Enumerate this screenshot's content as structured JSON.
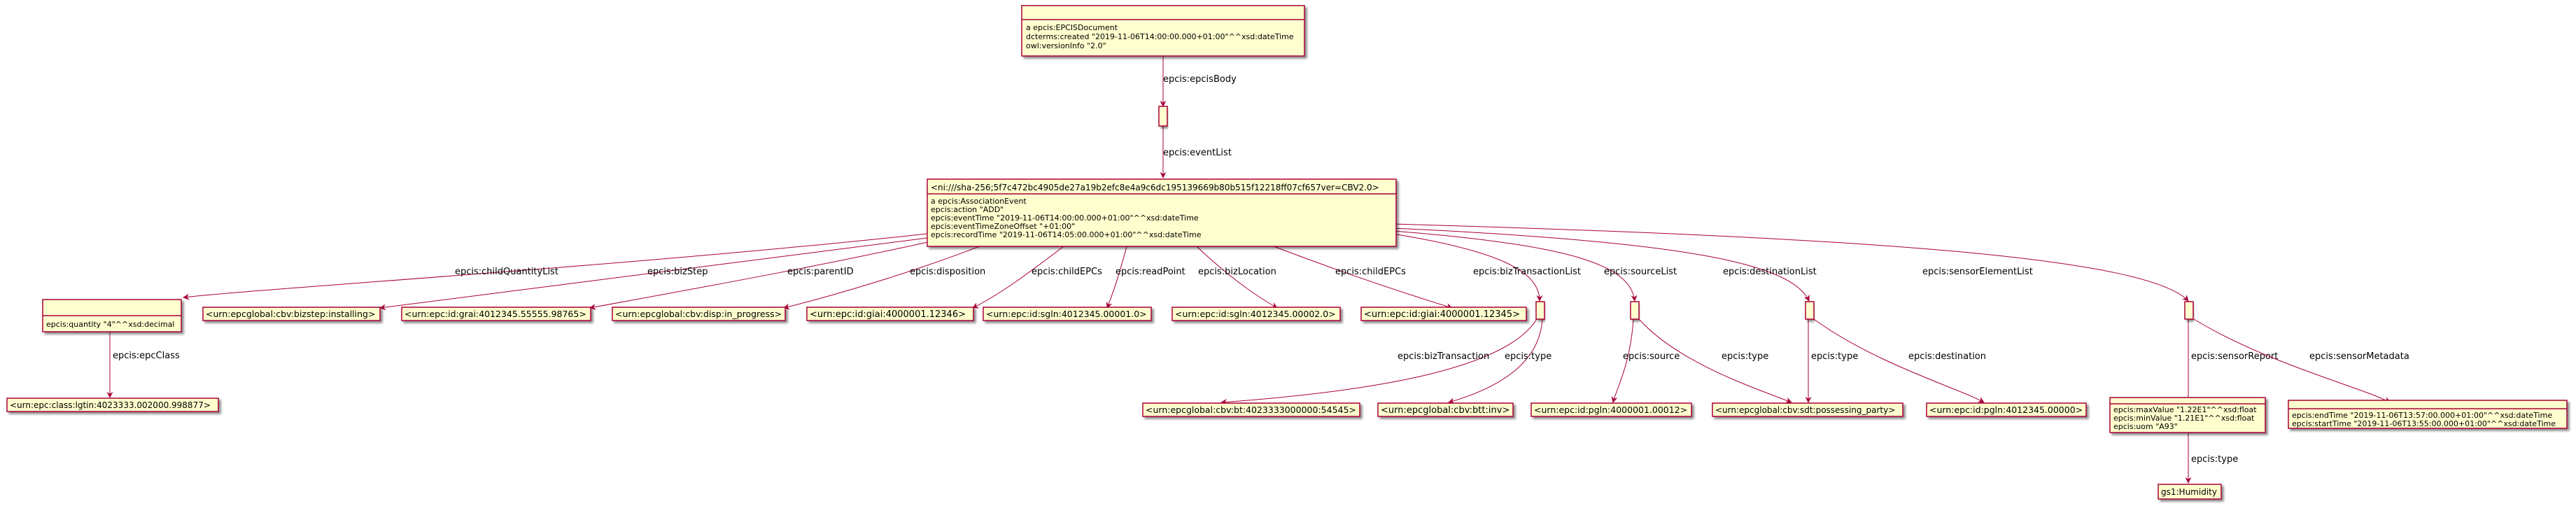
{
  "diagram": {
    "nodes": {
      "doc": {
        "attrs": [
          "a epcis:EPCISDocument",
          "dcterms:created \"2019-11-06T14:00:00.000+01:00\"^^xsd:dateTime",
          "owl:versionInfo \"2.0\""
        ]
      },
      "event": {
        "title": "<ni:///sha-256;5f7c472bc4905de27a19b2efc8e4a9c6dc195139669b80b515f12218ff07cf657ver=CBV2.0>",
        "attrs": [
          "a epcis:AssociationEvent",
          "epcis:action \"ADD\"",
          "epcis:eventTime \"2019-11-06T14:00:00.000+01:00\"^^xsd:dateTime",
          "epcis:eventTimeZoneOffset \"+01:00\"",
          "epcis:recordTime \"2019-11-06T14:05:00.000+01:00\"^^xsd:dateTime"
        ]
      },
      "qty": {
        "attrs": [
          "epcis:quantity \"4\"^^xsd:decimal"
        ]
      },
      "lgtin": {
        "title": "<urn:epc:class:lgtin:4023333.002000.998877>"
      },
      "bizstep": {
        "title": "<urn:epcglobal:cbv:bizstep:installing>"
      },
      "parent": {
        "title": "<urn:epc:id:grai:4012345.55555.98765>"
      },
      "disp": {
        "title": "<urn:epcglobal:cbv:disp:in_progress>"
      },
      "child1": {
        "title": "<urn:epc:id:giai:4000001.12346>"
      },
      "readpoint": {
        "title": "<urn:epc:id:sgln:4012345.00001.0>"
      },
      "bizloc": {
        "title": "<urn:epc:id:sgln:4012345.00002.0>"
      },
      "child2": {
        "title": "<urn:epc:id:giai:4000001.12345>"
      },
      "bt": {
        "title": "<urn:epcglobal:cbv:bt:4023333000000:54545>"
      },
      "btt": {
        "title": "<urn:epcglobal:cbv:btt:inv>"
      },
      "src": {
        "title": "<urn:epc:id:pgln:4000001.00012>"
      },
      "sdt": {
        "title": "<urn:epcglobal:cbv:sdt:possessing_party>"
      },
      "dest": {
        "title": "<urn:epc:id:pgln:4012345.00000>"
      },
      "report": {
        "attrs": [
          "epcis:maxValue \"1.22E1\"^^xsd:float",
          "epcis:minValue \"1.21E1\"^^xsd:float",
          "epcis:uom \"A93\""
        ]
      },
      "meta": {
        "attrs": [
          "epcis:endTime \"2019-11-06T13:57:00.000+01:00\"^^xsd:dateTime",
          "epcis:startTime \"2019-11-06T13:55:00.000+01:00\"^^xsd:dateTime"
        ]
      },
      "humidity": {
        "title": "gs1:Humidity"
      }
    },
    "edges": {
      "epcisBody": "epcis:epcisBody",
      "eventList": "epcis:eventList",
      "childQuantityList": "epcis:childQuantityList",
      "bizStep": "epcis:bizStep",
      "parentID": "epcis:parentID",
      "disposition": "epcis:disposition",
      "childEPCs1": "epcis:childEPCs",
      "readPoint": "epcis:readPoint",
      "bizLocation": "epcis:bizLocation",
      "childEPCs2": "epcis:childEPCs",
      "bizTransactionList": "epcis:bizTransactionList",
      "sourceList": "epcis:sourceList",
      "destinationList": "epcis:destinationList",
      "sensorElementList": "epcis:sensorElementList",
      "epcClass": "epcis:epcClass",
      "bizTransaction": "epcis:bizTransaction",
      "btType": "epcis:type",
      "source": "epcis:source",
      "srcType": "epcis:type",
      "dstType": "epcis:type",
      "destination": "epcis:destination",
      "sensorReport": "epcis:sensorReport",
      "sensorMetadata": "epcis:sensorMetadata",
      "reportType": "epcis:type"
    }
  }
}
